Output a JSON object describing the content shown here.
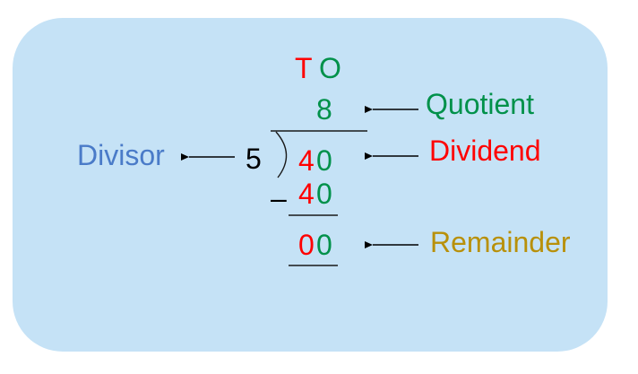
{
  "place_value_header": {
    "tens": "T",
    "ones": "O"
  },
  "quotient": {
    "ones": "8"
  },
  "divisor": {
    "value": "5"
  },
  "dividend": {
    "tens": "4",
    "ones": "0"
  },
  "subtraction": {
    "sign": "–",
    "tens": "4",
    "ones": "0"
  },
  "remainder": {
    "tens": "0",
    "ones": "0"
  },
  "labels": {
    "quotient": "Quotient",
    "dividend": "Dividend",
    "divisor": "Divisor",
    "remainder": "Remainder"
  },
  "colors": {
    "tens": "#ff0000",
    "ones": "#00914a",
    "panel_background": "#c5e2f6",
    "quotient_label": "#00914a",
    "dividend_label": "#ff0000",
    "divisor_label": "#4a7bc8",
    "remainder_label": "#b8900a"
  }
}
